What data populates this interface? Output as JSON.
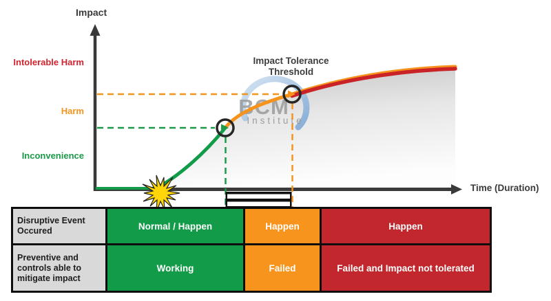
{
  "diagram": {
    "y_axis_label": "Impact",
    "x_axis_label": "Time (Duration)",
    "levels": [
      {
        "label": "Intolerable Harm",
        "color": "#d2232e"
      },
      {
        "label": "Harm",
        "color": "#f6931d"
      },
      {
        "label": "Inconvenience",
        "color": "#1b9a48"
      }
    ],
    "threshold": {
      "line1": "Impact Tolerance",
      "line2": "Threshold"
    },
    "watermark": {
      "line1": "BCM",
      "line2": "Institute"
    },
    "curve": {
      "phases": [
        {
          "name": "inconvenience-phase",
          "color": "#129b48"
        },
        {
          "name": "harm-phase",
          "color": "#f6931d"
        },
        {
          "name": "intolerable-harm-phase",
          "color": "#c92227"
        }
      ],
      "event_marker": "starburst-explosion",
      "transition_markers": 2
    }
  },
  "table": {
    "rows": [
      {
        "header": "Disruptive Event Occured",
        "cells": [
          {
            "text": "Normal / Happen",
            "color": "#129b48"
          },
          {
            "text": "Happen",
            "color": "#f7941e"
          },
          {
            "text": "Happen",
            "color": "#c1272d"
          }
        ]
      },
      {
        "header": "Preventive and controls able to mitigate impact",
        "cells": [
          {
            "text": "Working",
            "color": "#129b48"
          },
          {
            "text": "Failed",
            "color": "#f7941e"
          },
          {
            "text": "Failed and Impact not tolerated",
            "color": "#c1272d"
          }
        ]
      }
    ]
  },
  "colors": {
    "green": "#129b48",
    "orange": "#f7941e",
    "red": "#c1272d",
    "header_gray": "#d9d9d9",
    "axis_gray": "#3a3a3a",
    "watermark_blue": "#9dbede",
    "starburst_yellow": "#ffd60a"
  }
}
